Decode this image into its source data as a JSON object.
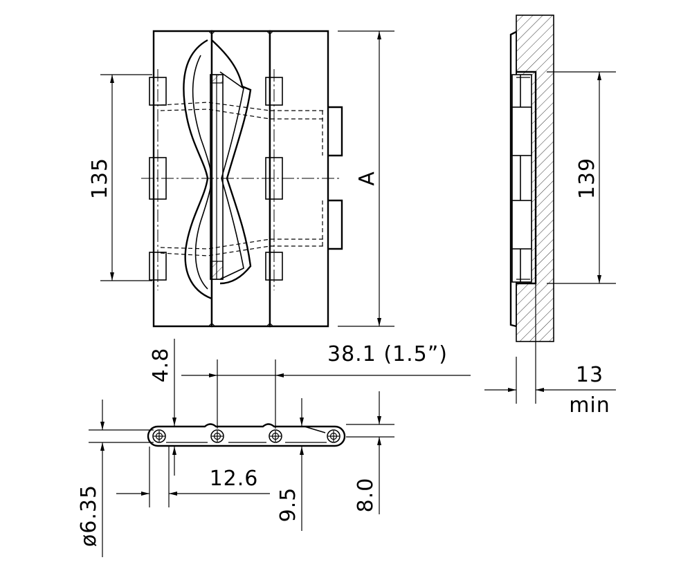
{
  "dimensions": {
    "height_135": "135",
    "length_a": "A",
    "height_139": "139",
    "thickness_4_8": "4.8",
    "pitch_38_1": "38.1  (1.5”)",
    "clearance_13": "13",
    "clearance_min": "min",
    "width_12_6": "12.6",
    "depth_9_5": "9.5",
    "depth_8_0": "8.0",
    "pin_dia_6_35": "ø6.35"
  },
  "colors": {
    "line": "#000000",
    "background": "#ffffff"
  }
}
